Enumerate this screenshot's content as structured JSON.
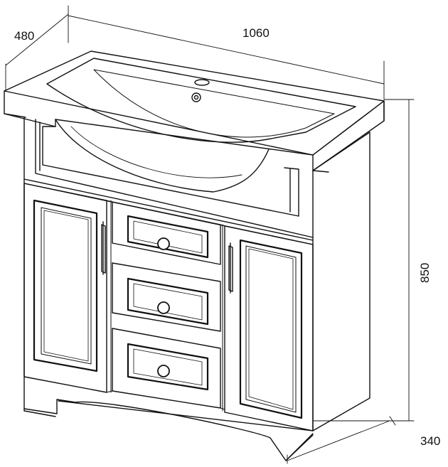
{
  "dimensions": {
    "depth": "480",
    "width": "1060",
    "height": "850",
    "cabinet_depth": "340"
  }
}
